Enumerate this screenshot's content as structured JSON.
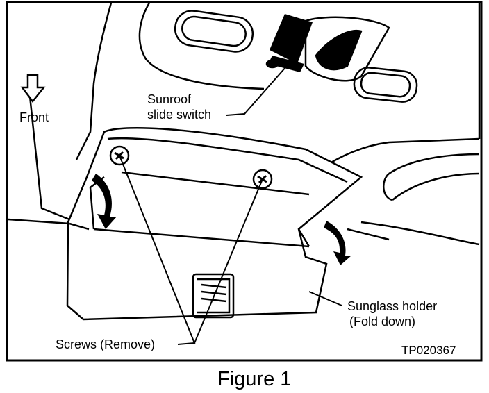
{
  "labels": {
    "front": "Front",
    "sunroof_line1": "Sunroof",
    "sunroof_line2": "slide switch",
    "sunglass_line1": "Sunglass holder",
    "sunglass_line2": "(Fold down)",
    "screws": "Screws (Remove)",
    "code": "TP020367"
  },
  "caption": "Figure 1",
  "colors": {
    "ink": "#000000",
    "paper": "#ffffff",
    "shade": "#1a1a1a"
  }
}
